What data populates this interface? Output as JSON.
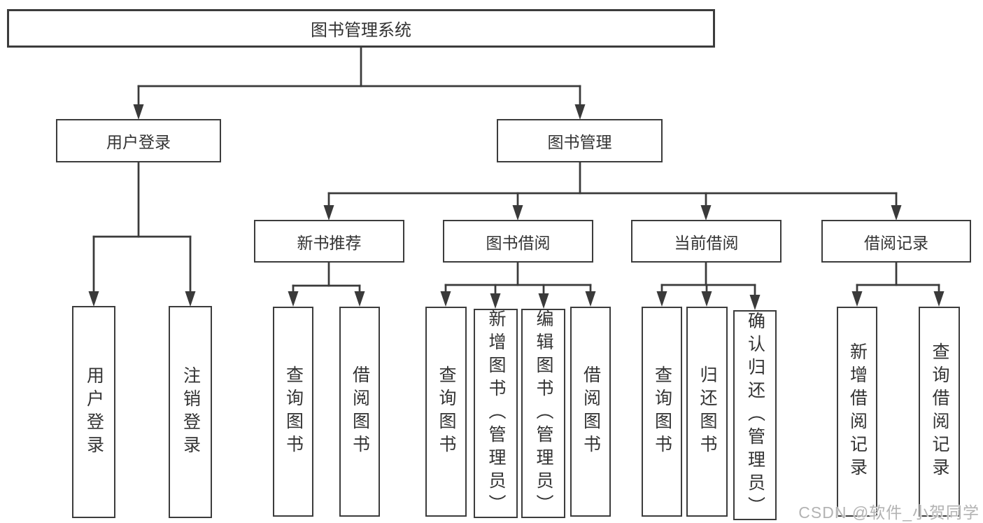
{
  "diagram": {
    "title": "图书管理系统",
    "branches": [
      {
        "label": "用户登录",
        "children": [
          {
            "label": "用户登录"
          },
          {
            "label": "注销登录"
          }
        ]
      },
      {
        "label": "图书管理",
        "children": [
          {
            "label": "新书推荐",
            "children": [
              {
                "label": "查询图书"
              },
              {
                "label": "借阅图书"
              }
            ]
          },
          {
            "label": "图书借阅",
            "children": [
              {
                "label": "查询图书"
              },
              {
                "label": "新增图书（管理员）"
              },
              {
                "label": "编辑图书（管理员）"
              },
              {
                "label": "借阅图书"
              }
            ]
          },
          {
            "label": "当前借阅",
            "children": [
              {
                "label": "查询图书"
              },
              {
                "label": "归还图书"
              },
              {
                "label": "确认归还（管理员）"
              }
            ]
          },
          {
            "label": "借阅记录",
            "children": [
              {
                "label": "新增借阅记录"
              },
              {
                "label": "查询借阅记录"
              }
            ]
          }
        ]
      }
    ]
  },
  "watermark": {
    "text": "CSDN @软件_小贺同学"
  },
  "colors": {
    "line": "#3a3a3a",
    "box_border": "#3c3c3c",
    "text": "#333333",
    "watermark": "#b3b3b3",
    "background": "#ffffff"
  }
}
